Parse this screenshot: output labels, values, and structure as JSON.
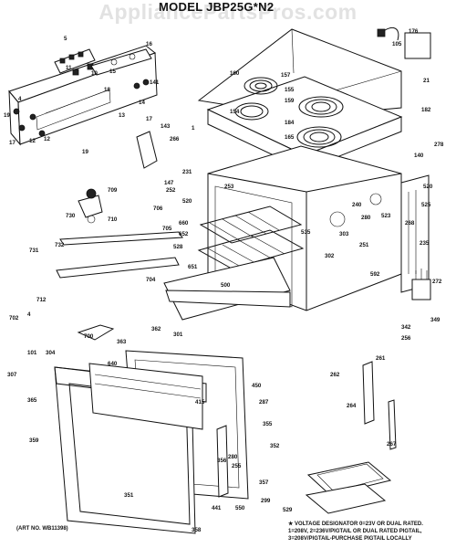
{
  "watermark": "AppliancePartsPros.com",
  "title": "MODEL JBP25G*N2",
  "art_number": "(ART NO. WB11398)",
  "note_lines": [
    "★ VOLTAGE DESIGNATOR 0=23V OR DUAL RATED.",
    "1=208V, 2=236V/PIGTAIL OR DUAL RATED PIGTAIL,",
    "3=208V/PIGTAIL-PURCHASE PIGTAIL LOCALLY"
  ],
  "part_labels": [
    "5",
    "16",
    "11",
    "10",
    "15",
    "14",
    "141",
    "18",
    "17",
    "143",
    "266",
    "4",
    "19",
    "17",
    "12",
    "12",
    "13",
    "19",
    "1",
    "160",
    "157",
    "155",
    "159",
    "154",
    "184",
    "165",
    "176",
    "105",
    "21",
    "182",
    "140",
    "278",
    "272",
    "147",
    "252",
    "231",
    "520",
    "660",
    "652",
    "706",
    "705",
    "709",
    "730",
    "710",
    "732",
    "731",
    "528",
    "253",
    "651",
    "500",
    "535",
    "240",
    "280",
    "523",
    "303",
    "302",
    "251",
    "592",
    "525",
    "520",
    "268",
    "235",
    "712",
    "704",
    "4",
    "702",
    "700",
    "101",
    "307",
    "363",
    "304",
    "362",
    "301",
    "640",
    "365",
    "415",
    "359",
    "351",
    "450",
    "287",
    "255",
    "355",
    "352",
    "280",
    "357",
    "550",
    "299",
    "262",
    "264",
    "261",
    "267",
    "256",
    "342",
    "349",
    "441",
    "356",
    "358",
    "529"
  ]
}
